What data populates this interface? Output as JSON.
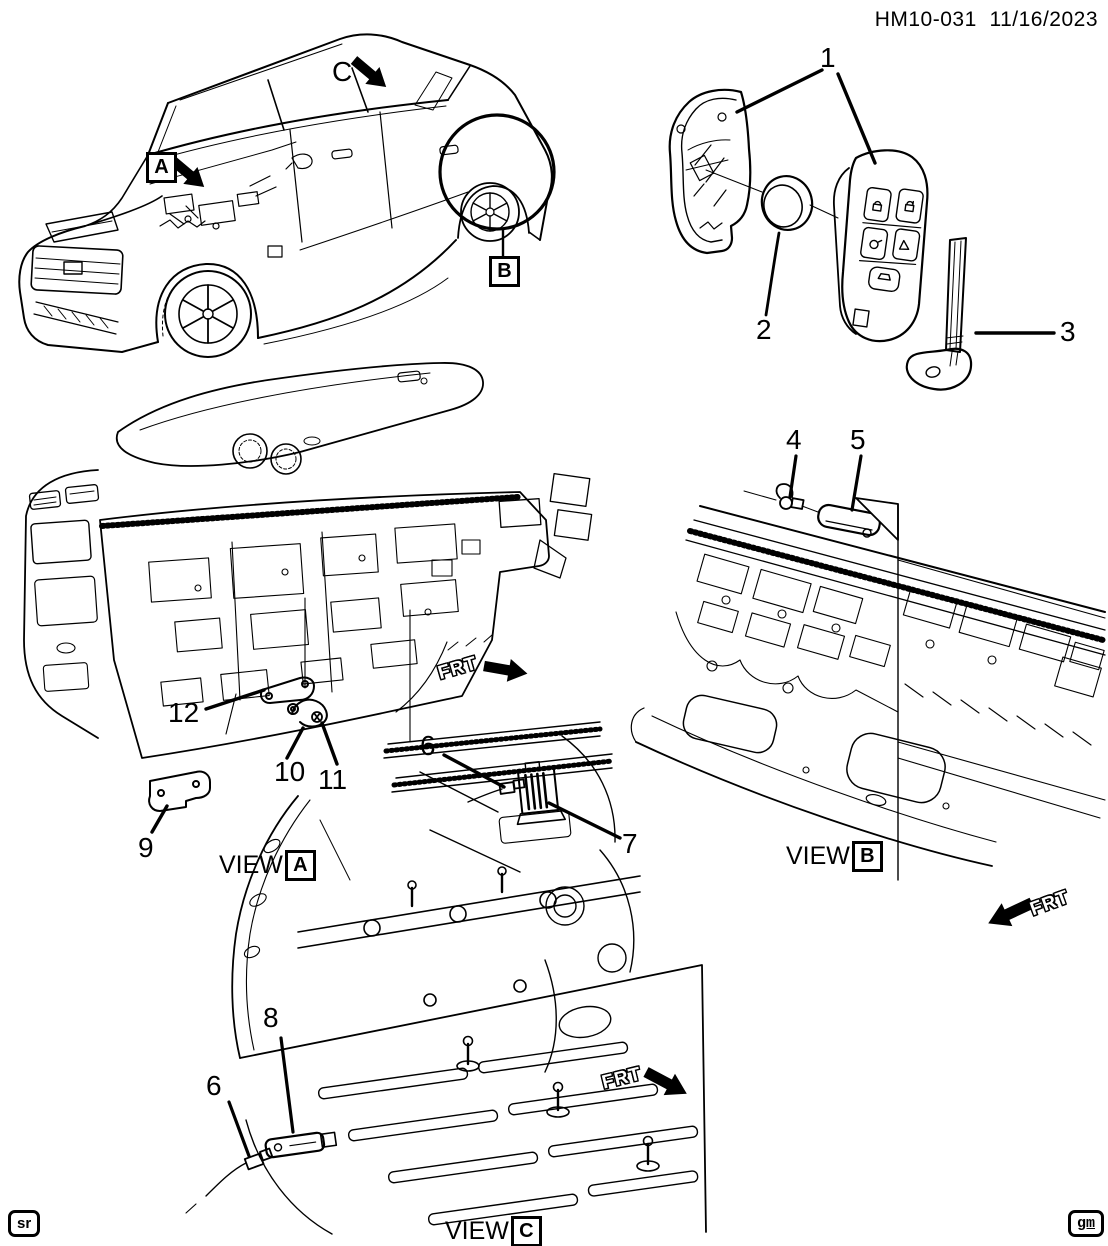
{
  "header": {
    "doc_code": "HM10-031",
    "doc_date": "11/16/2023"
  },
  "car_labels": {
    "a": "A",
    "b": "B",
    "c": "C"
  },
  "views": {
    "view_word": "VIEW",
    "a": "A",
    "b": "B",
    "c": "C"
  },
  "frt_label": "FRT",
  "callouts": {
    "n1": "1",
    "n2": "2",
    "n3": "3",
    "n4": "4",
    "n5": "5",
    "n6": "6",
    "n7": "7",
    "n8": "8",
    "n9": "9",
    "n10": "10",
    "n11": "11",
    "n12": "12"
  },
  "footer": {
    "left_badge": "sr",
    "right_badge": "gm"
  }
}
